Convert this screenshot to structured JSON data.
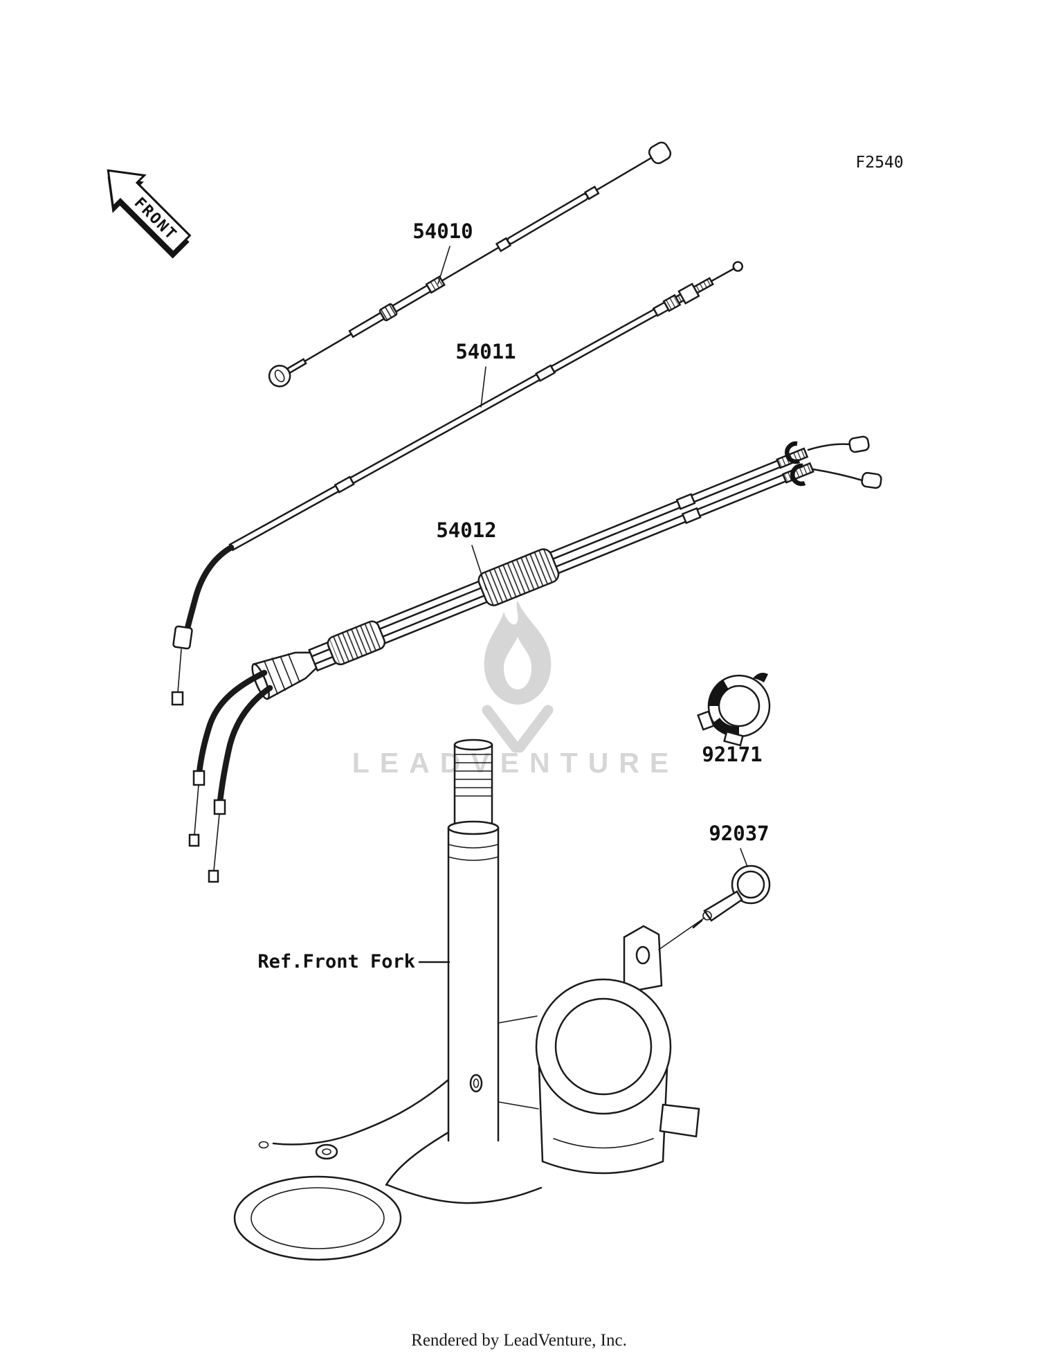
{
  "page": {
    "background_color": "#ffffff",
    "figure_code": "F2540",
    "watermark_text": "LEADVENTURE",
    "footer_text": "Rendered by LeadVenture, Inc."
  },
  "diagram": {
    "front_arrow_label": "FRONT",
    "ref_front_fork_label": "Ref.Front Fork",
    "parts": [
      {
        "number": "54010",
        "shape": "cable"
      },
      {
        "number": "54011",
        "shape": "cable"
      },
      {
        "number": "54012",
        "shape": "cable-pair"
      },
      {
        "number": "92171",
        "shape": "clamp"
      },
      {
        "number": "92037",
        "shape": "clamp-ring"
      }
    ],
    "colors": {
      "line": "#1a1a1a",
      "watermark": "#d6d6d6"
    }
  }
}
